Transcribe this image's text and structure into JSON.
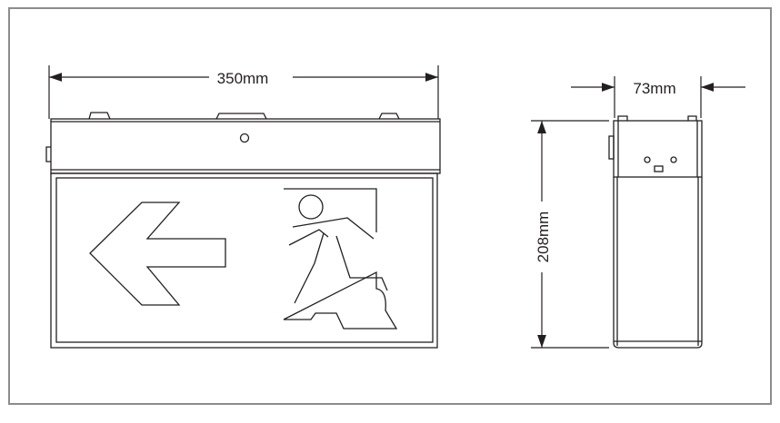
{
  "dimensions": {
    "width_label": "350mm",
    "depth_label": "73mm",
    "height_label": "208mm"
  },
  "views": {
    "front": {
      "arrow_direction": "left",
      "pictogram": "running-man-exit-icon"
    },
    "side": {
      "fixtures": [
        "screw-hole",
        "screw-hole",
        "terminal"
      ]
    }
  },
  "colors": {
    "line": "#231f20",
    "border": "#8c8c8c",
    "background": "#ffffff"
  }
}
